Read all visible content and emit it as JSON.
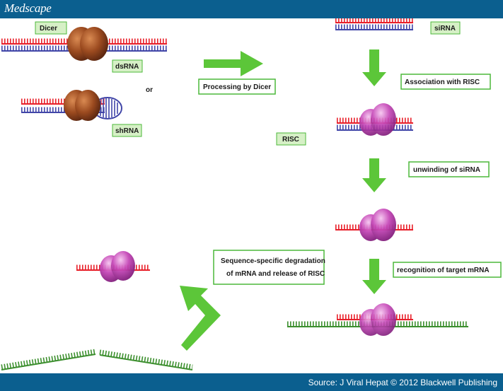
{
  "header": {
    "brand": "Medscape"
  },
  "footer": {
    "source": "Source: J Viral Hepat © 2012 Blackwell Publishing"
  },
  "diagram": {
    "labels": {
      "dicer": "Dicer",
      "dsrna": "dsRNA",
      "or": "or",
      "shrna": "shRNA",
      "processing": "Processing by Dicer",
      "sirna": "siRNA",
      "association": "Association with RISC",
      "risc": "RISC",
      "unwinding": "unwinding of siRNA",
      "recognition": "recognition of target mRNA",
      "degradation_line1": "Sequence-specific degradation",
      "degradation_line2": "of mRNA and release of RISC"
    }
  },
  "colors": {
    "header_bg": "#0b5f8f",
    "label_box_fill": "#d6f0c6",
    "label_box_border": "#4cb83a",
    "arrow_green": "#5cc639",
    "rna_red": "#e8202a",
    "rna_blue": "#4146a8",
    "mrna_green": "#3c8f2e",
    "dicer_brown": "#9b4a1f",
    "risc_purple": "#a02a9c"
  }
}
